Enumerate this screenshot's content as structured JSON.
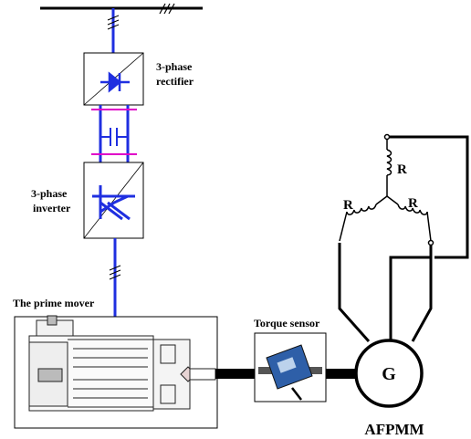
{
  "labels": {
    "rectifier_line1": "3-phase",
    "rectifier_line2": "rectifier",
    "inverter_line1": "3-phase",
    "inverter_line2": "inverter",
    "prime_mover": "The prime mover",
    "torque_sensor": "Torque sensor",
    "generator_symbol": "G",
    "machine_name": "AFPMM",
    "resistor_top": "R",
    "resistor_left": "R",
    "resistor_right": "R"
  },
  "colors": {
    "bus_blue": "#1f2fe0",
    "dc_link_magenta": "#e000c8",
    "line_black": "#000000",
    "device_blue": "#2e5fa8"
  },
  "icons": {
    "rectifier": "diode-symbol",
    "dc_link": "capacitor-symbol",
    "inverter": "transistor-symbol",
    "generator": "circle-G-symbol",
    "three_phase_mark": "triple-slash-mark"
  }
}
